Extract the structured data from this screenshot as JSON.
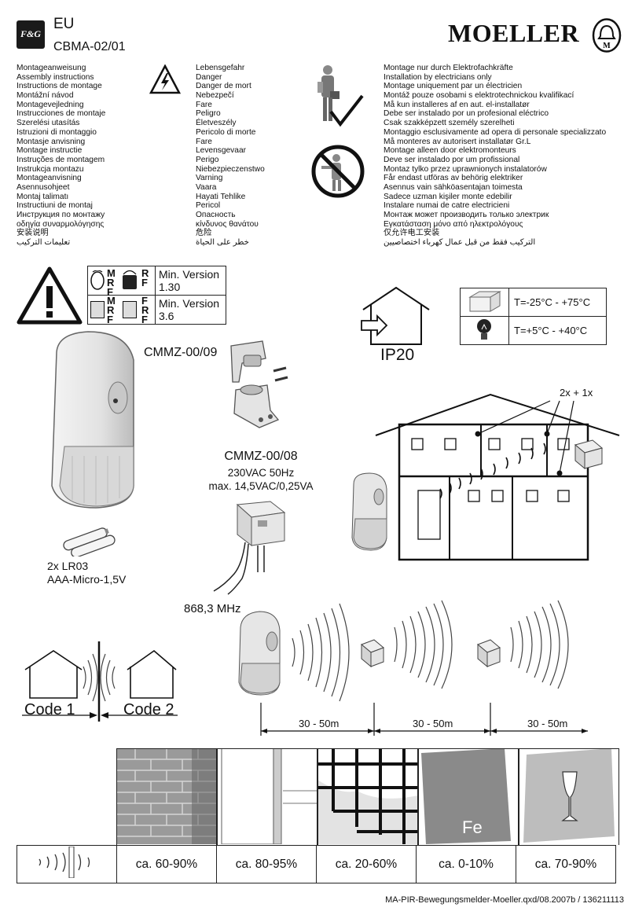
{
  "header": {
    "logo_text": "F&G",
    "eu": "EU",
    "model": "CBMA-02/01",
    "brand": "MOELLER"
  },
  "instructions_col1": [
    "Montageanweisung",
    "Assembly instructions",
    "Instructions de montage",
    "Montážní návod",
    "Montagevejledning",
    "Instrucciones de montaje",
    "Szerelési utasítás",
    "Istruzioni di montaggio",
    "Montasje anvisning",
    "Montage instructie",
    "Instruções de montagem",
    "Instrukcja montazu",
    "Montageanvisning",
    "Asennusohjeet",
    "Montaj talimatı",
    "Instructiuni de montaj",
    "Инструкция по монтажу",
    "οδηγία συναρμολόγησης",
    "安装说明",
    "تعليمات التركيب"
  ],
  "danger_col": [
    "Lebensgefahr",
    "Danger",
    "Danger de mort",
    "Nebezpečí",
    "Fare",
    "Peligro",
    "Életveszély",
    "Pericolo di morte",
    "Fare",
    "Levensgevaar",
    "Perigo",
    "Niebezpieczenstwo",
    "Varning",
    "Vaara",
    "Hayati Tehlike",
    "Pericol",
    "Опасность",
    "κίνδυνος θανάτου",
    "危险",
    "خطر على الحياة"
  ],
  "electrician_col": [
    "Montage nur durch Elektrofachkräfte",
    "Installation by electricians only",
    "Montage uniquement par un électricien",
    "Montáž pouze osobami s elektrotechnickou kvalifikací",
    "Må kun installeres af en aut. el-installatør",
    "Debe ser instalado por un profesional eléctrico",
    "Csak szakképzett személy szerelheti",
    "Montaggio esclusivamente ad opera di personale specializzato",
    "Må monteres av autorisert installatør Gr.L",
    "Montage alleen door elektromonteurs",
    "Deve ser instalado por um profissional",
    "Montaz tylko przez uprawnionych instalatorów",
    "Får endast utföras av behörig elektriker",
    "Asennus vain sähköasentajan toimesta",
    "Sadece uzman kişiler monte edebilir",
    "Instalare numai de catre electricieni",
    "Монтаж может производить только электрик",
    "Εγκατάσταση μόνο από ηλεκτρολόγους",
    "仅允许电工安装",
    "التركيب فقط من قبل عمال كهرباء اختصاصيين"
  ],
  "version_table": {
    "row1_letters": [
      "M",
      "R",
      "F"
    ],
    "row1_letters_b": [
      "R",
      "F"
    ],
    "row1": "Min. Version 1.30",
    "row2_letters": [
      "M",
      "R",
      "F"
    ],
    "row2_letters_b": [
      "F",
      "R",
      "F"
    ],
    "row2": "Min. Version 3.6"
  },
  "ip_rating": "IP20",
  "temperature": {
    "storage": "T=-25°C - +75°C",
    "operating": "T=+5°C - +40°C"
  },
  "labels": {
    "bracket": "CMMZ-00/09",
    "receiver_model": "CMMZ-00/08",
    "receiver_voltage": "230VAC 50Hz",
    "receiver_power": "max. 14,5VAC/0,25VA",
    "battery_qty": "2x LR03",
    "battery_type": "AAA-Micro-1,5V",
    "wiring": "2x + 1x",
    "frequency": "868,3 MHz",
    "code1": "Code 1",
    "code2": "Code 2",
    "fe": "Fe"
  },
  "ranges": [
    "30 - 50m",
    "30 - 50m",
    "30 - 50m"
  ],
  "attenuation": [
    "ca. 60-90%",
    "ca. 80-95%",
    "ca. 20-60%",
    "ca. 0-10%",
    "ca. 70-90%"
  ],
  "footer": "MA-PIR-Bewegungsmelder-Moeller.qxd/08.2007b / 136211113"
}
